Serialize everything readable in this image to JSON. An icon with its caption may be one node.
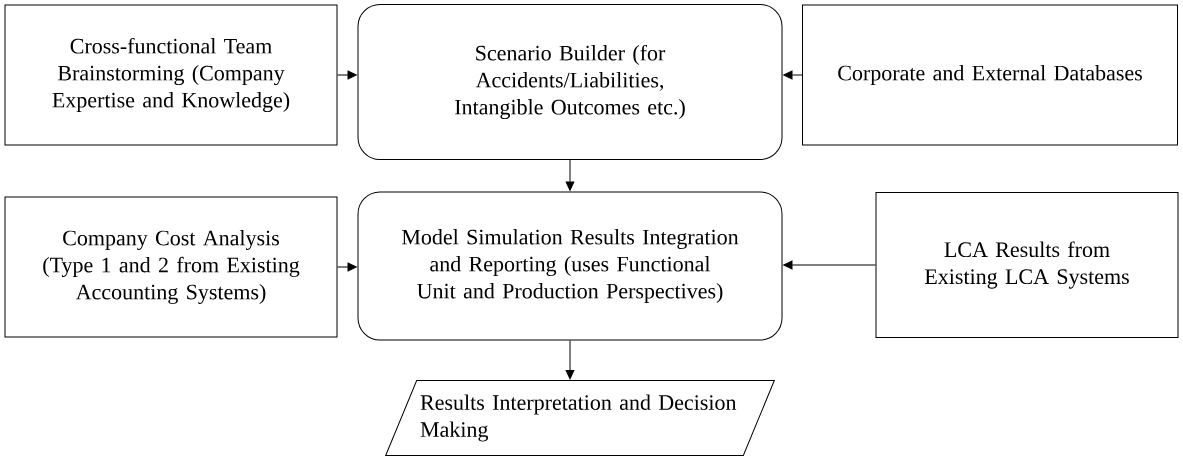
{
  "diagram": {
    "nodes": [
      {
        "text": [
          "Cross-functional Team Brainstorming (Company Expertise and Knowledge)"
        ]
      },
      {
        "text": [
          "Scenario Builder (for Accidents/Liabilities, Intangible Outcomes etc.)"
        ]
      },
      {
        "text": [
          "Corporate and External Databases"
        ]
      },
      {
        "text": [
          "Company Cost Analysis (Type 1 and 2 from Existing Accounting Systems)"
        ]
      },
      {
        "text": [
          "Model Simulation Results Integration and Reporting (uses Functional Unit and Production Perspectives)"
        ]
      },
      {
        "text": [
          "LCA Results from Existing LCA Systems"
        ]
      },
      {
        "text": [
          "Results Interpretation and Decision Making"
        ]
      }
    ],
    "edges": [
      {
        "from": 0,
        "to": 1,
        "arrow": "to"
      },
      {
        "from": 2,
        "to": 1,
        "arrow": "to"
      },
      {
        "from": 1,
        "to": 4,
        "arrow": "to"
      },
      {
        "from": 3,
        "to": 4,
        "arrow": "to"
      },
      {
        "from": 5,
        "to": 4,
        "arrow": "to"
      },
      {
        "from": 4,
        "to": 6,
        "arrow": "to"
      }
    ]
  }
}
